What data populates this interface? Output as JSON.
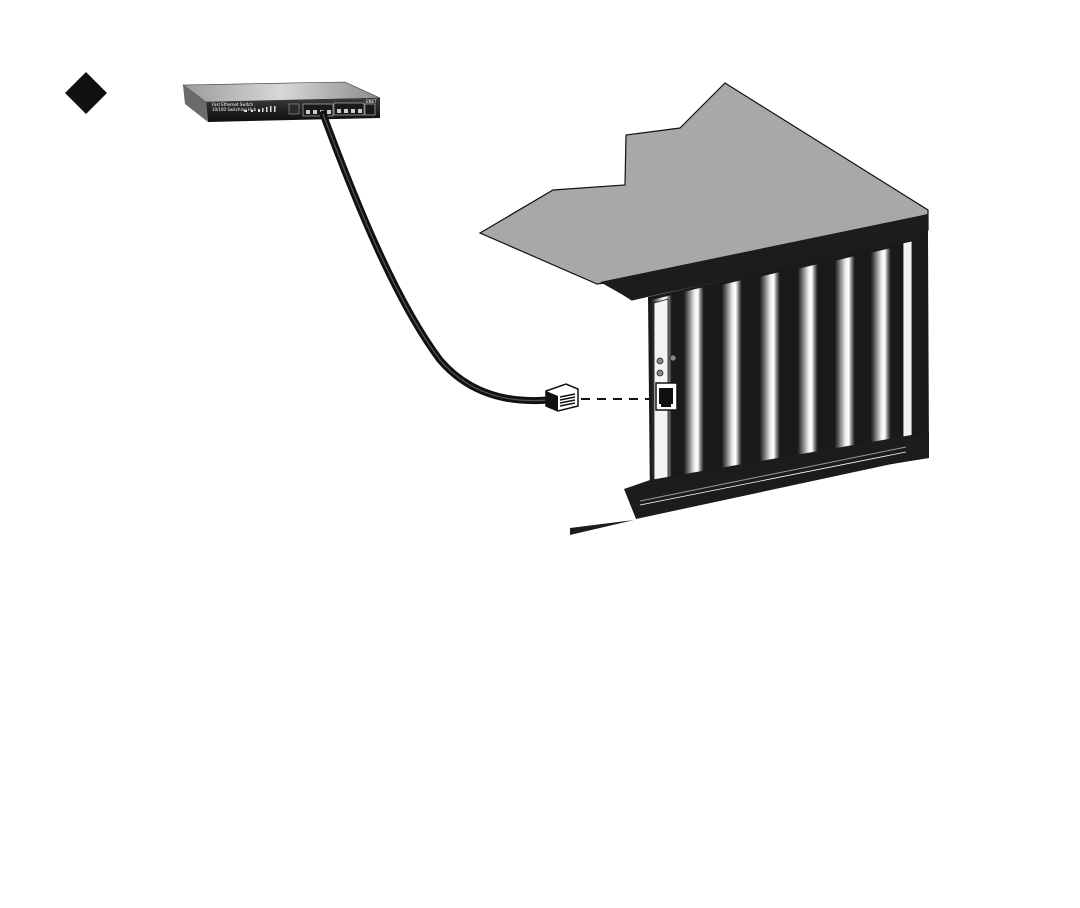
{
  "diagram": {
    "switch": {
      "model_label": "Fast Ethernet Switch",
      "sub_label": "10/100 Switching Hub",
      "brand_label": "ENET"
    },
    "colors": {
      "ink": "#111111",
      "case_fill": "#a8a8a8",
      "background": "#ffffff"
    }
  }
}
